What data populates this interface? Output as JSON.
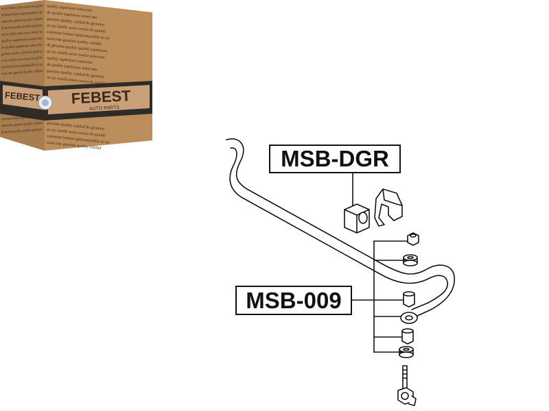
{
  "box": {
    "brand": "FEBEST",
    "sub_brand": "AUTO PARTS",
    "print_lines": [
      "quality supérieure  качество  ",
      "de qualité supérieure  качество",
      "genuine quality  calidad de genuino",
      "en iyi nitelik  sonia exacta  de qualité",
      "summum bonum  spitzenqualität  en iyi",
      "качество  genuine quality  calidad",
      "de genuine quality  qualité supérieure",
      "en iyi nitelik  sonia exacta  качество"
    ],
    "colors": {
      "cardboard": "#b5895a",
      "cardboard_dark": "#8f6a43",
      "band": "#2f2b26",
      "ink": "#3a2a1a"
    }
  },
  "parts": {
    "stabilizer_bushing": {
      "code": "MSB-DGR"
    },
    "link_bushing_kit": {
      "code": "MSB-009"
    }
  },
  "colors": {
    "line": "#111111",
    "background": "#ffffff"
  },
  "icons": [
    "stabilizer-bar-icon",
    "bushing-icon",
    "bracket-icon",
    "nut-icon",
    "washer-icon",
    "link-bolt-icon"
  ]
}
